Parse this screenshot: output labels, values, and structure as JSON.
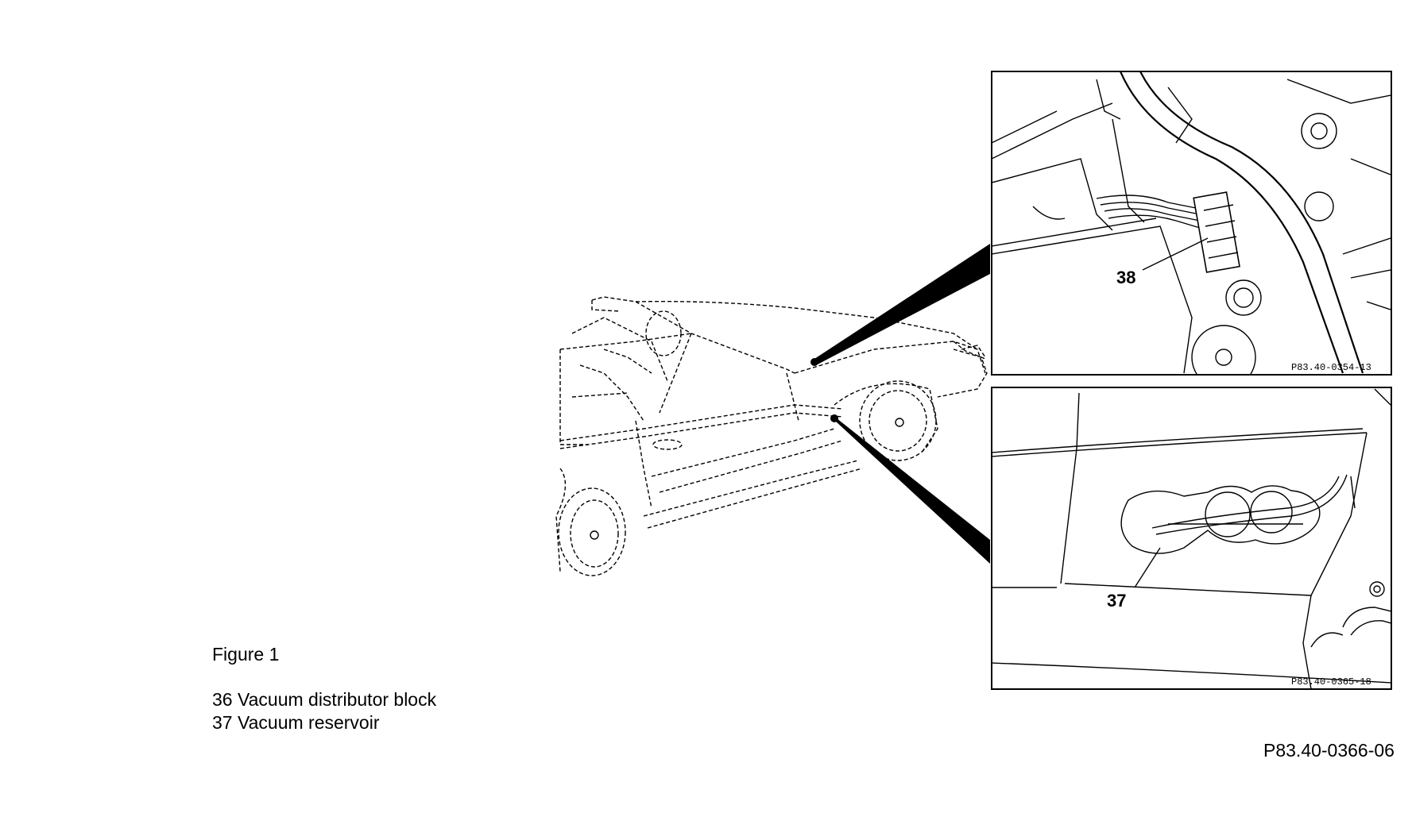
{
  "figure": {
    "title": "Figure 1",
    "legend": [
      {
        "text": "36 Vacuum distributor block"
      },
      {
        "text": "37 Vacuum reservoir"
      }
    ],
    "figure_code": "P83.40-0366-06"
  },
  "insets": [
    {
      "callout": "38",
      "ref_code": "P83.40-0354-13"
    },
    {
      "callout": "37",
      "ref_code": "P83.40-0365-18"
    }
  ]
}
